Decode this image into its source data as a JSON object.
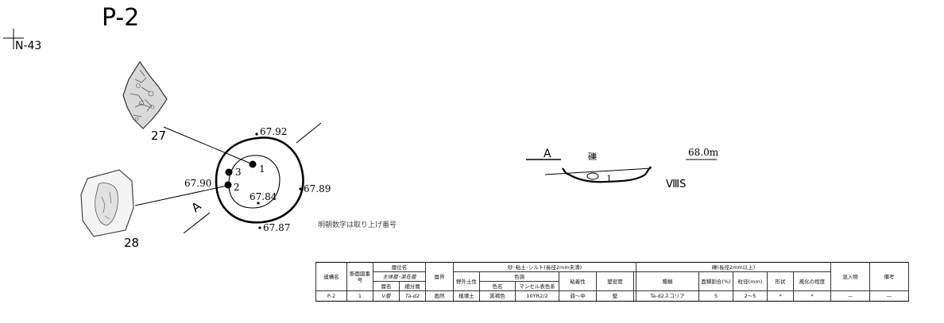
{
  "title": "P-2",
  "grid_label": "N-43",
  "artifact_numbers": [
    "27",
    "28"
  ],
  "elevations": {
    "top": "67.92",
    "right": "67.89",
    "left": "67.90",
    "bottom": "67.87",
    "bottom_inner": "67.84"
  },
  "find_numbers": [
    "1",
    "2",
    "3"
  ],
  "section_label": "A",
  "caption": "明朝数字は取り上げ番号",
  "section": {
    "label": "A",
    "gravel_label": "礫",
    "elevation": "68.0m",
    "layer": "1",
    "stratum": "ⅧS"
  },
  "table": {
    "headers": {
      "site": "遺構名",
      "section_no": "断面図番号",
      "layer_name_group": "層位名",
      "layer_sub": "主体層･混在層",
      "layer_name": "層名",
      "sub_layer": "細分層",
      "boundary": "層界",
      "sand_group": "砂･粘土･シルト(長径2mm未満)",
      "field_soil": "野外土性",
      "color_group": "色調",
      "color_name": "色名",
      "munsell": "マンセル表色系",
      "stickiness": "粘着性",
      "density": "堅密度",
      "gravel_group": "礫(長径2mm以上)",
      "kind": "種類",
      "area_ratio": "面積割合(%)",
      "grain": "粒径(mm)",
      "shape": "形状",
      "weathering": "風化の程度",
      "inclusions": "混入物",
      "remarks": "備考"
    },
    "row": {
      "site": "P-2",
      "section_no": "1",
      "layer_name": "Ⅴ層",
      "sub_layer": "Ta-d2",
      "boundary": "画然",
      "field_soil": "植壌土",
      "color_name": "黒褐色",
      "munsell": "10YR2/2",
      "stickiness": "弱～中",
      "density": "堅",
      "kind": "Ta-d2スコリア",
      "area_ratio": "5",
      "grain": "2～5",
      "shape": "*",
      "weathering": "*",
      "inclusions": "—",
      "remarks": "—"
    }
  }
}
